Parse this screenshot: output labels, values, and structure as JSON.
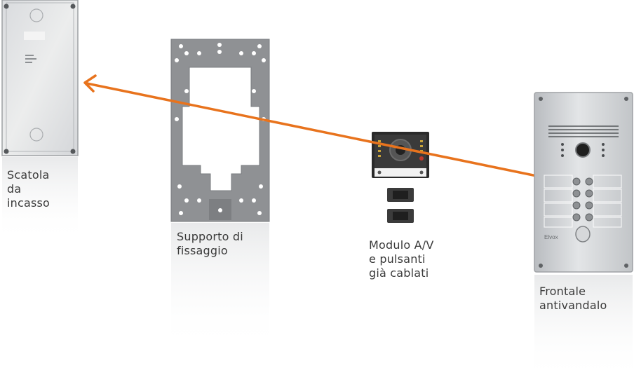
{
  "components": [
    {
      "id": "box",
      "label": "Scatola\nda\nincasso"
    },
    {
      "id": "frame",
      "label": "Supporto di\nfissaggio"
    },
    {
      "id": "module",
      "label": "Modulo A/V\ne pulsanti\ngià cablati"
    },
    {
      "id": "front",
      "label": "Frontale\nantivandalo"
    }
  ],
  "colors": {
    "arrow": "#e8731d",
    "box": "#e6e7e8",
    "frame": "#8e9093",
    "steel": "#cdd0d3",
    "module": "#2b2b2b"
  },
  "icons": [
    "arrow-left-icon"
  ],
  "front_logo": "Elvox"
}
